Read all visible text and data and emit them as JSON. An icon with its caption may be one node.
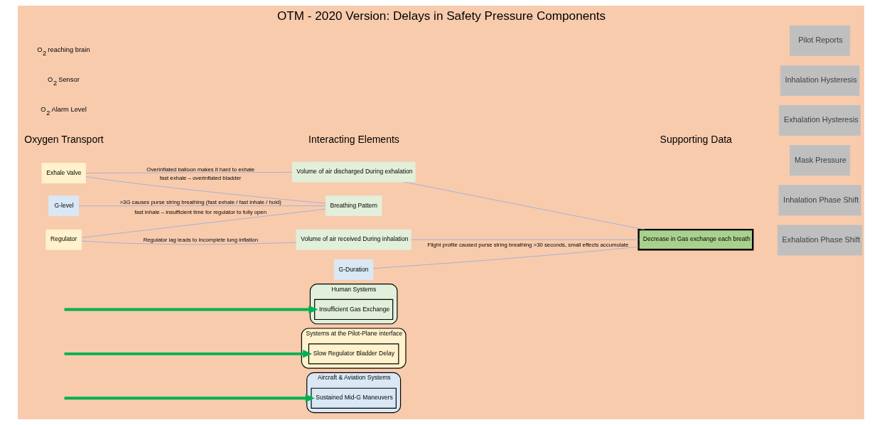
{
  "diagram": {
    "title": "OTM - 2020 Version: Delays in Safety Pressure Components",
    "nodes": [
      {
        "text": [
          "Aircraft & Aviation Systems"
        ]
      },
      {
        "text": [
          "Sustained Mid-G Maneuvers"
        ],
        "in": 0
      },
      {
        "text": [
          "Systems at the Pilot-Plane interface"
        ]
      },
      {
        "text": [
          "Slow Regulator Bladder Delay"
        ],
        "in": 2
      },
      {
        "text": [
          "Human Systems"
        ]
      },
      {
        "text": [
          "Insufficient Gas Exchange"
        ],
        "in": 4
      },
      {
        "text": [
          "G-level"
        ]
      },
      {
        "text": [
          "Breathing Pattern"
        ]
      },
      {
        "text": [
          "Exhale Valve"
        ]
      },
      {
        "text": [
          "Regulator"
        ]
      },
      {
        "text": [
          "Volume of air received During inhalation"
        ]
      },
      {
        "text": [
          "Volume of air discharged During exhalation"
        ]
      },
      {
        "text": [
          "G-Duration"
        ]
      },
      {
        "text": [
          "Decrease in Gas exchange each breath"
        ]
      },
      {
        "text": [
          "Pilot Reports"
        ]
      },
      {
        "text": [
          "Inhalation Hysteresis"
        ]
      },
      {
        "text": [
          "Exhalation Hysteresis"
        ]
      },
      {
        "text": [
          "Mask Pressure"
        ]
      },
      {
        "text": [
          "Inhalation Phase Shift"
        ]
      },
      {
        "text": [
          "Exhalation Phase Shift"
        ]
      }
    ],
    "edges": [
      {
        "from": null,
        "to": 1,
        "arrow": "to",
        "style": "thick",
        "color": "#00b050"
      },
      {
        "from": null,
        "to": 3,
        "arrow": "to",
        "style": "thick",
        "color": "#00b050"
      },
      {
        "from": null,
        "to": 5,
        "arrow": "to",
        "style": "thick",
        "color": "#00b050"
      },
      {
        "from": 6,
        "to": 7,
        "arrow": "none",
        "label": ">3G causes purse string breathing (fast exhale / fast inhale / hold)"
      },
      {
        "from": 8,
        "to": 7,
        "arrow": "none",
        "label": "fast exhale – overinflated bladder"
      },
      {
        "from": 9,
        "to": 7,
        "arrow": "none",
        "label": "fast inhale – insufficient time for regulator to fully open"
      },
      {
        "from": 9,
        "to": 10,
        "arrow": "none",
        "label": "Regulator lag leads to incomplete lung inflation"
      },
      {
        "from": 8,
        "to": 11,
        "arrow": "none",
        "label": "Overinflated balloon makes it hard to exhale"
      },
      {
        "from": 10,
        "to": 13,
        "arrow": "none"
      },
      {
        "from": 11,
        "to": 13,
        "arrow": "none"
      },
      {
        "from": 12,
        "to": 13,
        "arrow": "none",
        "label": "Flight profile caused purse string breathing >30 seconds, small effects accumulate"
      }
    ],
    "labels": [
      "Oxygen Transport",
      "O$_{2}$ Alarm Level",
      "O$_{2}$ Sensor",
      "O$_{2}$ reaching brain",
      "Interacting Elements",
      "Supporting Data"
    ]
  }
}
